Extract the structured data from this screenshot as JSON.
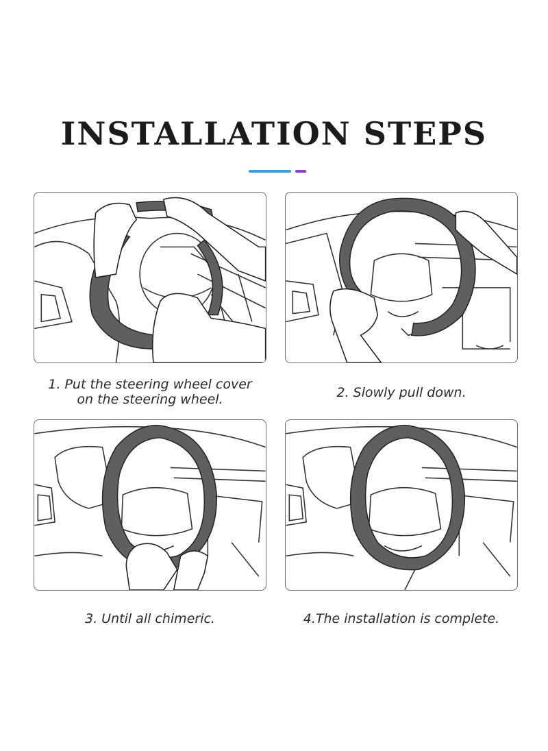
{
  "title": "INSTALLATION STEPS",
  "accent_colors": {
    "blue": "#3aa0e6",
    "purple": "#8a3fe0"
  },
  "wheel_cover_color": "#5f5f5f",
  "steps": [
    {
      "caption_line1": "1. Put the steering wheel cover",
      "caption_line2": "on the steering wheel."
    },
    {
      "caption_line1": "2. Slowly pull down.",
      "caption_line2": ""
    },
    {
      "caption_line1": "3. Until all chimeric.",
      "caption_line2": ""
    },
    {
      "caption_line1": "4.The installation is complete.",
      "caption_line2": ""
    }
  ]
}
